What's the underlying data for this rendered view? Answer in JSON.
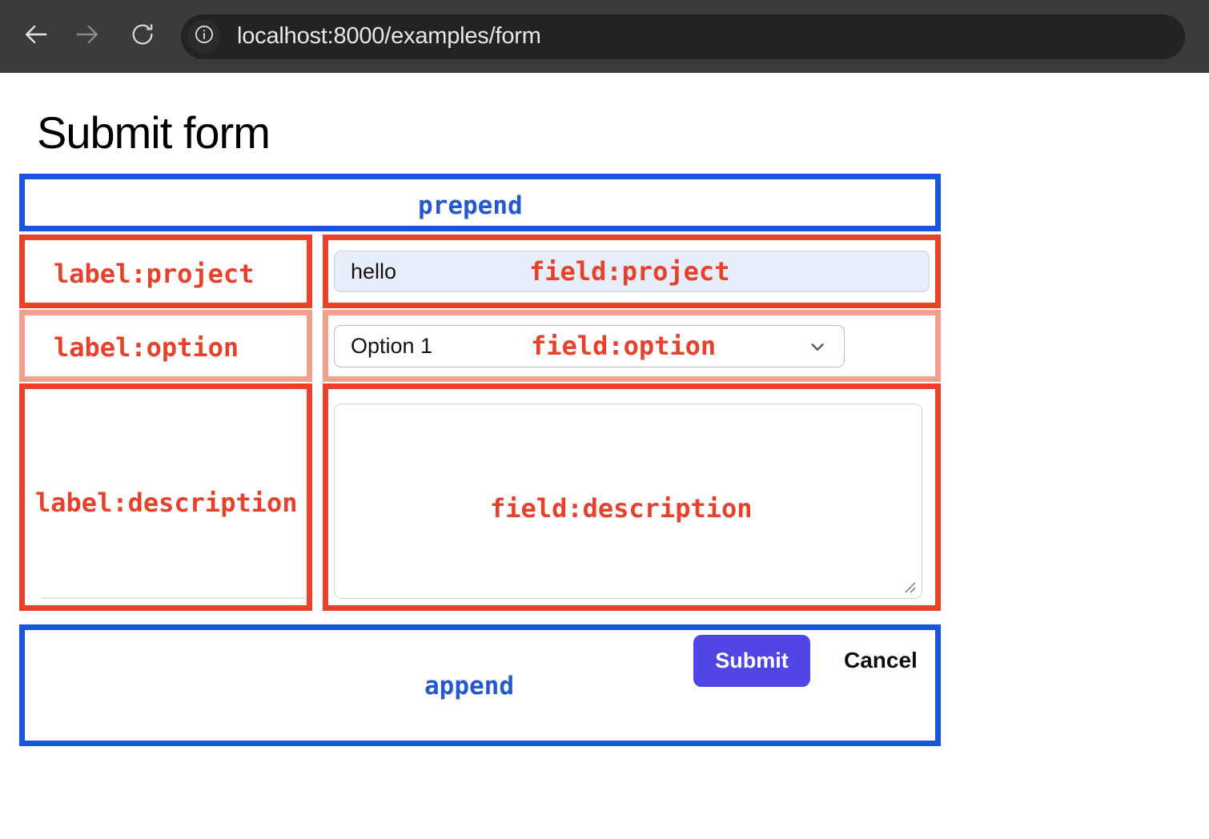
{
  "browser": {
    "url": "localhost:8000/examples/form",
    "icons": {
      "back": "back-arrow-icon",
      "forward": "forward-arrow-icon",
      "reload": "reload-icon",
      "info": "info-icon"
    }
  },
  "page": {
    "title": "Submit form"
  },
  "annotations": {
    "prepend": "prepend",
    "append": "append",
    "label_project": "label:project",
    "field_project": "field:project",
    "label_option": "label:option",
    "field_option": "field:option",
    "label_description": "label:description",
    "field_description": "field:description"
  },
  "form": {
    "project": {
      "value": "hello",
      "placeholder": ""
    },
    "option": {
      "selected": "Option 1",
      "options": [
        "Option 1"
      ],
      "chevron": "chevron-down-icon"
    },
    "description": {
      "value": "",
      "placeholder": ""
    },
    "submit_label": "Submit",
    "cancel_label": "Cancel"
  },
  "colors": {
    "outline_blue": "#1a56db",
    "outline_red": "#ea4128",
    "outline_salmon": "#f2a08c",
    "anno_blue": "#2458cf",
    "anno_red": "#e8402a",
    "submit_bg": "#4f46e5",
    "input_bg": "#e7edf9",
    "chrome_bg": "#3b3b3d"
  }
}
